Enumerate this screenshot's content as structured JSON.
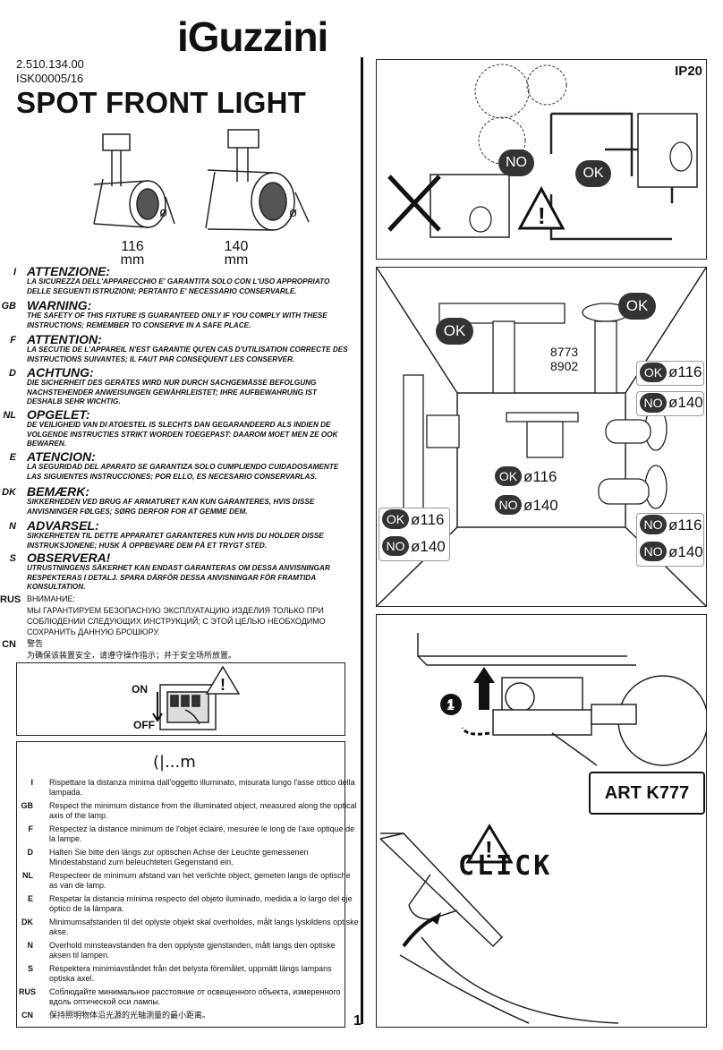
{
  "brand": "iGuzzini",
  "codes": [
    "2.510.134.00",
    "ISK00005/16"
  ],
  "title": "SPOT FRONT LIGHT",
  "dimensions": [
    {
      "symbol": "ø",
      "value": "116",
      "unit": "mm"
    },
    {
      "symbol": "ø",
      "value": "140",
      "unit": "mm"
    }
  ],
  "warnings": [
    {
      "lang": "I",
      "heading": "ATTENZIONE:",
      "text": "LA SICUREZZA DELL'APPARECCHIO E' GARANTITA SOLO CON L'USO APPROPRIATO DELLE SEGUENTI ISTRUZIONI; PERTANTO E' NECESSARIO CONSERVARLE."
    },
    {
      "lang": "GB",
      "heading": "WARNING:",
      "text": "THE SAFETY OF THIS FIXTURE IS GUARANTEED ONLY IF YOU COMPLY WITH THESE INSTRUCTIONS; REMEMBER TO CONSERVE IN A SAFE PLACE."
    },
    {
      "lang": "F",
      "heading": "ATTENTION:",
      "text": "LA SECUTIE DE L'APPAREIL N'EST GARANTIE QU'EN CAS D'UTILISATION CORRECTE DES INSTRUCTIONS SUIVANTES; IL FAUT PAR CONSEQUENT LES CONSERVER."
    },
    {
      "lang": "D",
      "heading": "ACHTUNG:",
      "text": "DIE SICHERHEIT DES GERÄTES WIRD NUR DURCH SACHGEMÄSSE BEFOLGUNG NACHSTEHENDER ANWEISUNGEN GEWÄHRLEISTET; IHRE AUFBEWAHRUNG IST DESHALB SEHR WICHTIG."
    },
    {
      "lang": "NL",
      "heading": "OPGELET:",
      "text": "DE VEILIGHEID VAN DI ATOESTEL IS SLECHTS DAN GEGARANDEERD ALS INDIEN DE VOLGENDE INSTRUCTIES STRIKT WORDEN TOEGEPAST: DAAROM MOET MEN ZE OOK BEWAREN."
    },
    {
      "lang": "E",
      "heading": "ATENCION:",
      "text": "LA SEGURIDAD DEL APARATO SE GARANTIZA SOLO CUMPLIENDO CUIDADOSAMENTE LAS SIGUIENTES INSTRUCCIONES; POR ELLO, ES NECESARIO CONSERVARLAS."
    },
    {
      "lang": "DK",
      "heading": "BEMÆRK:",
      "text": "SIKKERHEDEN VED BRUG AF ARMATURET KAN KUN GARANTERES, HVIS DISSE ANVISNINGER FØLGES; SØRG DERFOR FOR AT GEMME DEM."
    },
    {
      "lang": "N",
      "heading": "ADVARSEL:",
      "text": "SIKKERHETEN TIL DETTE APPARATET GARANTERES KUN HVIS DU HOLDER DISSE INSTRUKSJONENE; HUSK Å OPPBEVARE DEM PÅ ET TRYGT STED."
    },
    {
      "lang": "S",
      "heading": "OBSERVERA!",
      "text": "UTRUSTNINGENS SÄKERHET KAN ENDAST GARANTERAS OM DESSA ANVISNINGAR RESPEKTERAS I DETALJ. SPARA DÄRFÖR DESSA ANVISNINGAR FÖR FRAMTIDA KONSULTATION."
    },
    {
      "lang": "RUS",
      "heading": "ВНИМАНИЕ:",
      "text": "МЫ ГАРАНТИРУЕМ БЕЗОПАСНУЮ ЭКСПЛУАТАЦИЮ ИЗДЕЛИЯ ТОЛЬКО ПРИ СОБЛЮДЕНИИ СЛЕДУЮЩИХ ИНСТРУКЦИЙ; С ЭТОЙ ЦЕЛЬЮ НЕОБХОДИМО СОХРАНИТЬ ДАННУЮ БРОШЮРУ."
    },
    {
      "lang": "CN",
      "heading": "警告",
      "text": "为确保该装置安全，请遵守操作指示；并于安全场所放置。"
    }
  ],
  "switch": {
    "on": "ON",
    "off": "OFF"
  },
  "distance_symbol": "(|...m",
  "distance_instructions": [
    {
      "lang": "I",
      "text": "Rispettare la distanza minima dall'oggetto illuminato, misurata lungo l'asse ottico della lampada."
    },
    {
      "lang": "GB",
      "text": "Respect the minimum distance from the illuminated object, measured along the optical axis of the lamp."
    },
    {
      "lang": "F",
      "text": "Respectez la distance minimum de l'objet éclairé, mesurée le long de l'axe optique de la lampe."
    },
    {
      "lang": "D",
      "text": "Halten Sie bitte den längs zur optischen Achse der Leuchte gemessenen Mindestabstand zum beleuchteten Gegenstand ein."
    },
    {
      "lang": "NL",
      "text": "Respecteer de minimum afstand van het verlichte object, gemeten langs de optische as van de lamp."
    },
    {
      "lang": "E",
      "text": "Respetar la distancia mínima respecto del objeto iluminado, medida a lo largo del eje óptico de la lámpara."
    },
    {
      "lang": "DK",
      "text": "Minimumsafstanden til det oplyste objekt skal overholdes, målt langs lyskildens optiske akse."
    },
    {
      "lang": "N",
      "text": "Overhold minsteavstanden fra den opplyste gjenstanden, målt langs den optiske aksen til lampen."
    },
    {
      "lang": "S",
      "text": "Respektera minimiavståndet från det belysta föremålet, uppmätt längs lampans optiska axel."
    },
    {
      "lang": "RUS",
      "text": "Соблюдайте минимальное расстояние от освещенного объекта, измеренного вдоль оптической оси лампы."
    },
    {
      "lang": "CN",
      "text": "保持照明物体沿光源的光轴测量的最小距离。"
    }
  ],
  "ip_rating": "IP20",
  "badges": {
    "ok": "OK",
    "no": "NO"
  },
  "room_labels": {
    "code_a": "8773",
    "code_b": "8902",
    "d116": "ø116",
    "d140": "ø140"
  },
  "art": "ART K777",
  "step": "1",
  "click": "CLICK",
  "page": "1"
}
